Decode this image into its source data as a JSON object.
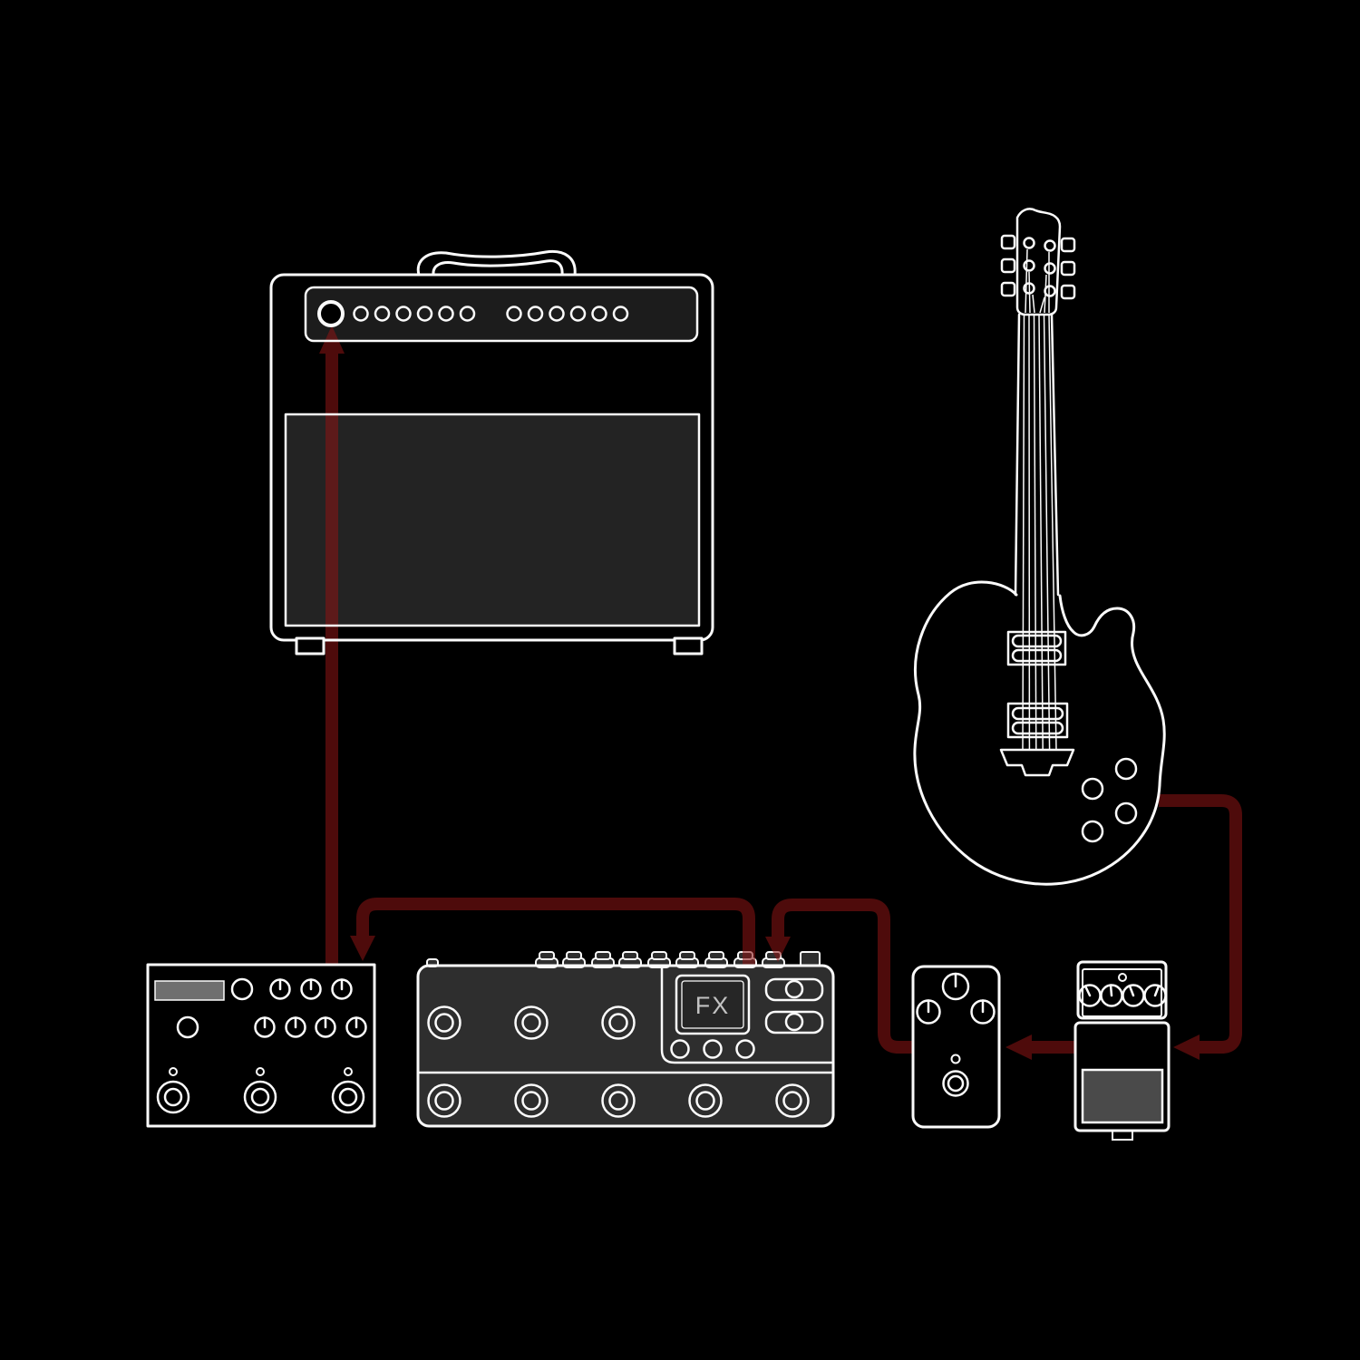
{
  "diagram": {
    "type": "guitar-signal-chain",
    "background_color": "#000000",
    "outline_color": "#fbfbfb",
    "cable_color": "#8b1414",
    "panel_fill": "#1c1c1c",
    "grille_fill": "#232323",
    "floorboard_fill": "#2e2e2e",
    "treadle_fill": "#4a4a4a",
    "display_fill": "#6f6f6f",
    "devices": [
      {
        "id": "guitar-amp",
        "label": "combo guitar amplifier",
        "panel_knobs": 12,
        "input_jacks": 1,
        "feet": 2
      },
      {
        "id": "electric-guitar",
        "label": "electric guitar",
        "strings": 6,
        "tuners": 6,
        "pickups": 2,
        "control_knobs": 4
      },
      {
        "id": "multi-effect-pedal",
        "label": "multi-effect pedal",
        "knobs": 9,
        "footswitches": 3,
        "leds": 3,
        "has_display": true
      },
      {
        "id": "fx-floorboard",
        "label": "multi-fx floorboard",
        "display_label": "FX",
        "upper_footswitches": 3,
        "lower_footswitches": 5,
        "top_edge_knobs": 9,
        "small_buttons": 3,
        "scroll_wheels": 2
      },
      {
        "id": "overdrive-pedal",
        "label": "three-knob overdrive pedal",
        "knobs": 3,
        "footswitches": 1,
        "leds": 1
      },
      {
        "id": "compact-stompbox",
        "label": "compact stompbox pedal",
        "knobs": 4,
        "leds": 1,
        "has_treadle": true
      }
    ],
    "connections": [
      {
        "from": "electric-guitar",
        "to": "compact-stompbox"
      },
      {
        "from": "compact-stompbox",
        "to": "overdrive-pedal"
      },
      {
        "from": "overdrive-pedal",
        "to": "fx-floorboard"
      },
      {
        "from": "fx-floorboard",
        "to": "multi-effect-pedal"
      },
      {
        "from": "multi-effect-pedal",
        "to": "guitar-amp"
      }
    ]
  }
}
